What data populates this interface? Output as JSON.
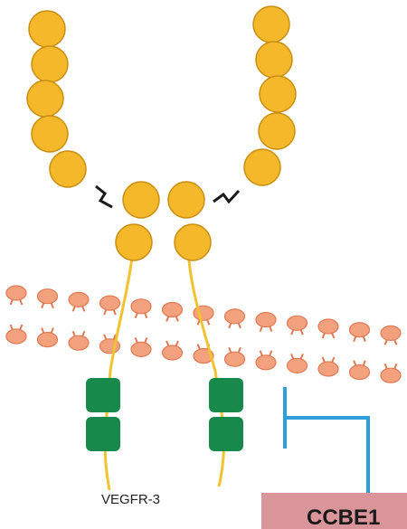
{
  "labels": {
    "receptor": "VEGFR-3",
    "box_text": "CCBE1"
  },
  "colors": {
    "domain_fill": "#F4B82A",
    "domain_stroke": "#C98E10",
    "tether": "#F2C230",
    "kinase": "#17894A",
    "lipid_head": "#F3A27D",
    "lipid_stroke": "#E07A55",
    "inhibition": "#2E9FDB",
    "box": "#D9959A"
  },
  "icons": [
    "ig-domain-circle",
    "linker-zigzag",
    "kinase-domain-square",
    "lipid-molecule",
    "inhibition-t-bar"
  ]
}
